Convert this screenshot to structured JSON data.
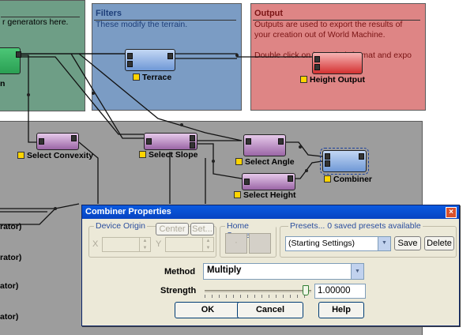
{
  "groups": {
    "generators": {
      "desc": "r generators here."
    },
    "filters": {
      "title": "Filters",
      "desc": "These modify the terrain."
    },
    "output": {
      "title": "Output",
      "desc": "Outputs are used to export the results of your creation out of World Machine.",
      "desc2": "Double click on     b set their format and expo"
    }
  },
  "nodes": {
    "terrace": "Terrace",
    "height_output": "Height Output",
    "select_convexity": "Select Convexity",
    "select_slope": "Select Slope",
    "select_angle": "Select Angle",
    "select_height": "Select Height",
    "combiner": "Combiner",
    "partial_n": "n"
  },
  "generators_list": [
    "rator)",
    "rator)",
    "ator)",
    "ator)"
  ],
  "dialog": {
    "title": "Combiner Properties",
    "close": "×",
    "device_origin": "Device Origin",
    "center": "Center",
    "set": "Set...",
    "x": "X",
    "y": "Y",
    "home_space": "Home Space",
    "presets": "Presets... 0 saved presets available",
    "preset_value": "(Starting Settings)",
    "save": "Save",
    "delete": "Delete",
    "method_label": "Method",
    "method_value": "Multiply",
    "strength_label": "Strength",
    "strength_value": "1.00000",
    "strength_fraction": 0.98,
    "ok": "OK",
    "cancel": "Cancel",
    "help": "Help"
  }
}
